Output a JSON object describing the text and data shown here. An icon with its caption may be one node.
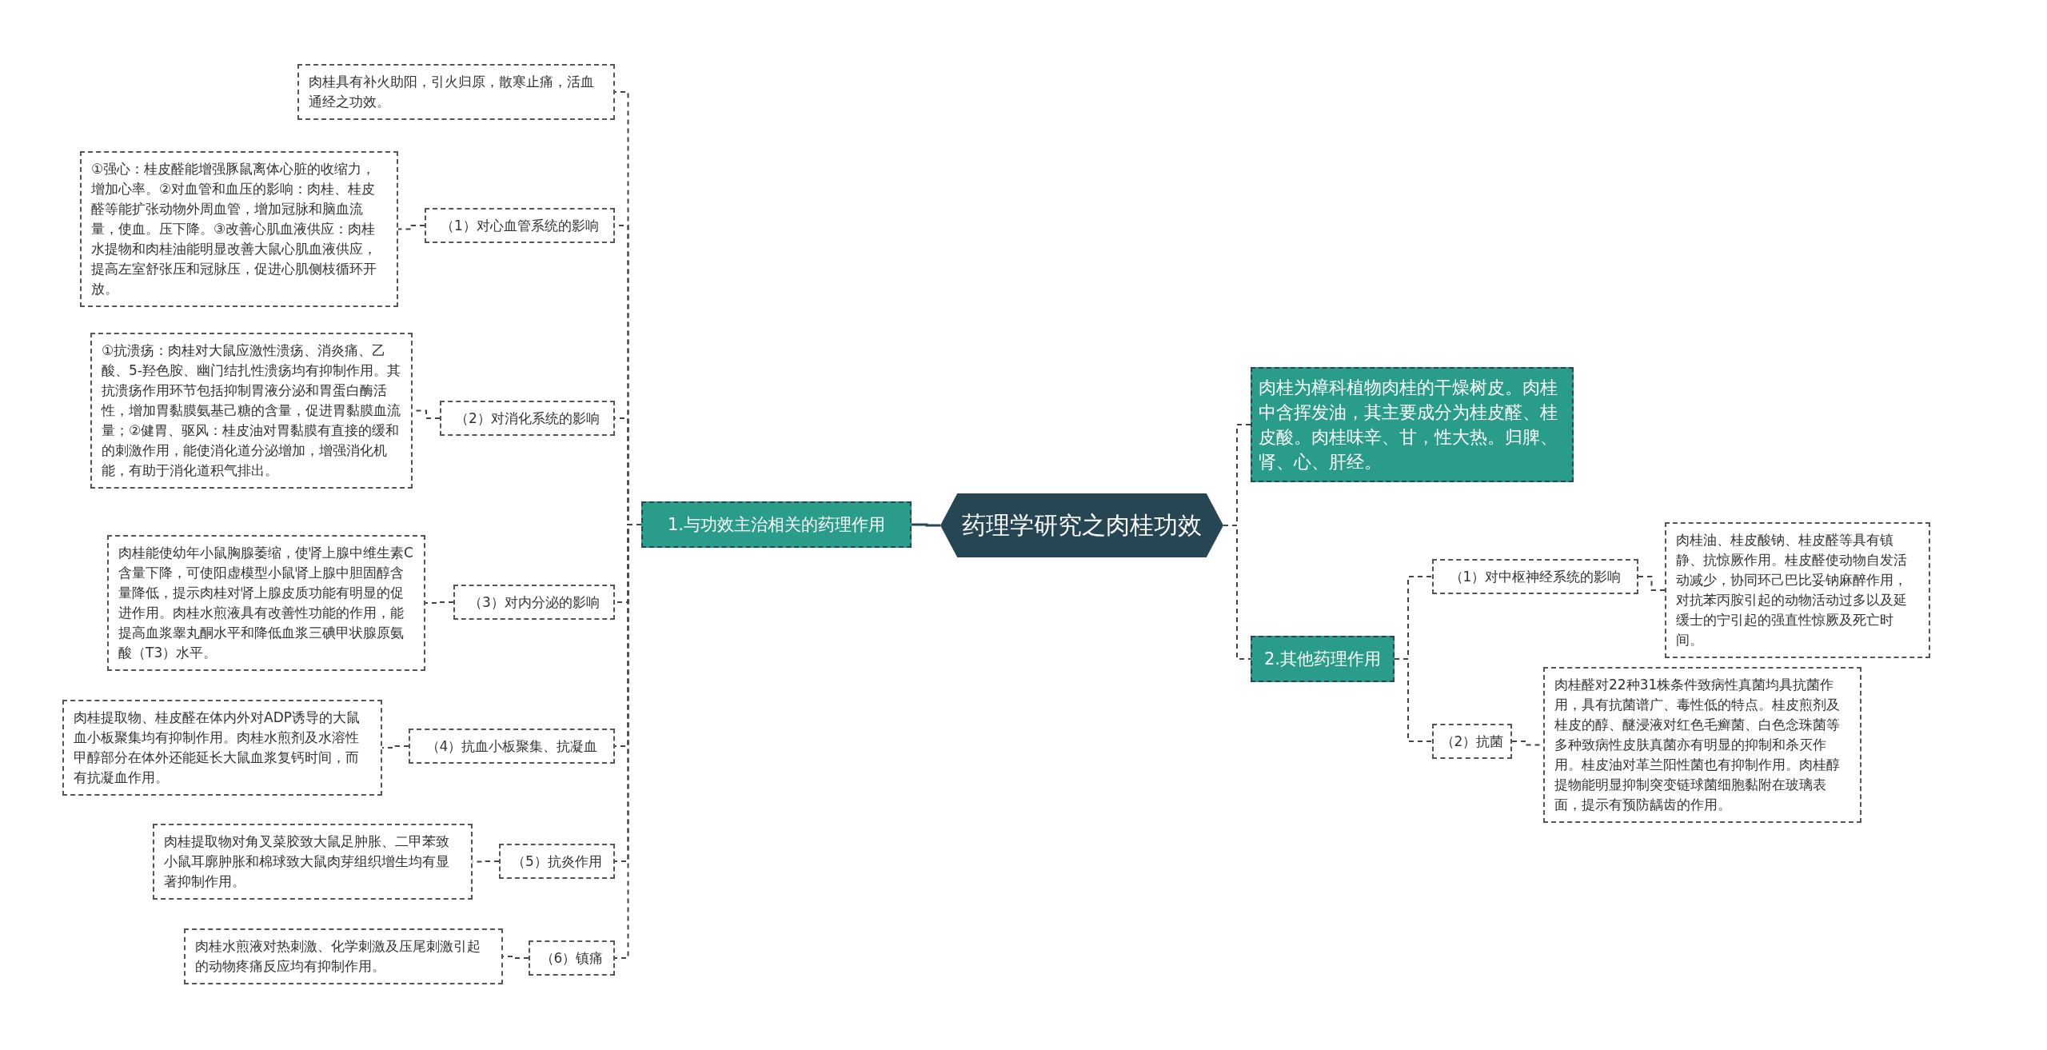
{
  "diagram": {
    "nodes": [
      {
        "text": [
          "药理学研究之肉桂功效"
        ]
      },
      {
        "text": [
          "1.与功效主治相关的药理作用"
        ]
      },
      {
        "text": [
          "肉桂具有补火助阳，引火归原，散寒止痛，活血通经之功效。"
        ]
      },
      {
        "text": [
          "（1）对心血管系统的影响"
        ]
      },
      {
        "text": [
          "①强心：桂皮醛能增强豚鼠离体心脏的收缩力，增加心率。②对血管和血压的影响：肉桂、桂皮醛等能扩张动物外周血管，增加冠脉和脑血流量，使血。压下降。③改善心肌血液供应：肉桂水提物和肉桂油能明显改善大鼠心肌血液供应，提高左室舒张压和冠脉压，促进心肌侧枝循环开放。"
        ]
      },
      {
        "text": [
          "（2）对消化系统的影响"
        ]
      },
      {
        "text": [
          "①抗溃疡：肉桂对大鼠应激性溃疡、消炎痛、乙酸、5-羟色胺、幽门结扎性溃疡均有抑制作用。其抗溃疡作用环节包括抑制胃液分泌和胃蛋白酶活性，增加胃黏膜氨基己糖的含量，促进胃黏膜血流量；②健胃、驱风：桂皮油对胃黏膜有直接的缓和的刺激作用，能使消化道分泌增加，增强消化机能，有助于消化道积气排出。"
        ]
      },
      {
        "text": [
          "（3）对内分泌的影响"
        ]
      },
      {
        "text": [
          "肉桂能使幼年小鼠胸腺萎缩，使肾上腺中维生素C含量下降，可使阳虚模型小鼠肾上腺中胆固醇含量降低，提示肉桂对肾上腺皮质功能有明显的促进作用。肉桂水煎液具有改善性功能的作用，能提高血浆睾丸酮水平和降低血浆三碘甲状腺原氨酸（T3）水平。"
        ]
      },
      {
        "text": [
          "（4）抗血小板聚集、抗凝血"
        ]
      },
      {
        "text": [
          "肉桂提取物、桂皮醛在体内外对ADP诱导的大鼠血小板聚集均有抑制作用。肉桂水煎剂及水溶性甲醇部分在体外还能延长大鼠血浆复钙时间，而有抗凝血作用。"
        ]
      },
      {
        "text": [
          "（5）抗炎作用"
        ]
      },
      {
        "text": [
          "肉桂提取物对角叉菜胶致大鼠足肿胀、二甲苯致小鼠耳廓肿胀和棉球致大鼠肉芽组织增生均有显著抑制作用。"
        ]
      },
      {
        "text": [
          "（6）镇痛"
        ]
      },
      {
        "text": [
          "肉桂水煎液对热刺激、化学刺激及压尾刺激引起的动物疼痛反应均有抑制作用。"
        ]
      },
      {
        "text": [
          "肉桂为樟科植物肉桂的干燥树皮。肉桂中含挥发油，其主要成分为桂皮醛、桂皮酸。肉桂味辛、甘，性大热。归脾、肾、心、肝经。"
        ]
      },
      {
        "text": [
          "2.其他药理作用"
        ]
      },
      {
        "text": [
          "（1）对中枢神经系统的影响"
        ]
      },
      {
        "text": [
          "肉桂油、桂皮酸钠、桂皮醛等具有镇静、抗惊厥作用。桂皮醛使动物自发活动减少，协同环己巴比妥钠麻醉作用，对抗苯丙胺引起的动物活动过多以及延缓士的宁引起的强直性惊厥及死亡时间。"
        ]
      },
      {
        "text": [
          "（2）抗菌"
        ]
      },
      {
        "text": [
          "肉桂醛对22种31株条件致病性真菌均具抗菌作用，具有抗菌谱广、毒性低的特点。桂皮煎剂及桂皮的醇、醚浸液对红色毛癣菌、白色念珠菌等多种致病性皮肤真菌亦有明显的抑制和杀灭作用。桂皮油对革兰阳性菌也有抑制作用。肉桂醇提物能明显抑制突变链球菌细胞黏附在玻璃表面，提示有预防龋齿的作用。"
        ]
      }
    ],
    "edges": [
      {
        "from": 0,
        "to": 1,
        "arrow": "none"
      },
      {
        "from": 1,
        "to": 2,
        "arrow": "none",
        "style": "dashed"
      },
      {
        "from": 1,
        "to": 3,
        "arrow": "none",
        "style": "dashed"
      },
      {
        "from": 3,
        "to": 4,
        "arrow": "none",
        "style": "dashed"
      },
      {
        "from": 1,
        "to": 5,
        "arrow": "none",
        "style": "dashed"
      },
      {
        "from": 5,
        "to": 6,
        "arrow": "none",
        "style": "dashed"
      },
      {
        "from": 1,
        "to": 7,
        "arrow": "none",
        "style": "dashed"
      },
      {
        "from": 7,
        "to": 8,
        "arrow": "none",
        "style": "dashed"
      },
      {
        "from": 1,
        "to": 9,
        "arrow": "none",
        "style": "dashed"
      },
      {
        "from": 9,
        "to": 10,
        "arrow": "none",
        "style": "dashed"
      },
      {
        "from": 1,
        "to": 11,
        "arrow": "none",
        "style": "dashed"
      },
      {
        "from": 11,
        "to": 12,
        "arrow": "none",
        "style": "dashed"
      },
      {
        "from": 1,
        "to": 13,
        "arrow": "none",
        "style": "dashed"
      },
      {
        "from": 13,
        "to": 14,
        "arrow": "none",
        "style": "dashed"
      },
      {
        "from": 0,
        "to": 15,
        "arrow": "none",
        "style": "dashed"
      },
      {
        "from": 0,
        "to": 16,
        "arrow": "none",
        "style": "dashed"
      },
      {
        "from": 16,
        "to": 17,
        "arrow": "none",
        "style": "dashed"
      },
      {
        "from": 17,
        "to": 18,
        "arrow": "none",
        "style": "dashed"
      },
      {
        "from": 16,
        "to": 19,
        "arrow": "none",
        "style": "dashed"
      },
      {
        "from": 19,
        "to": 20,
        "arrow": "none",
        "style": "dashed"
      }
    ]
  }
}
